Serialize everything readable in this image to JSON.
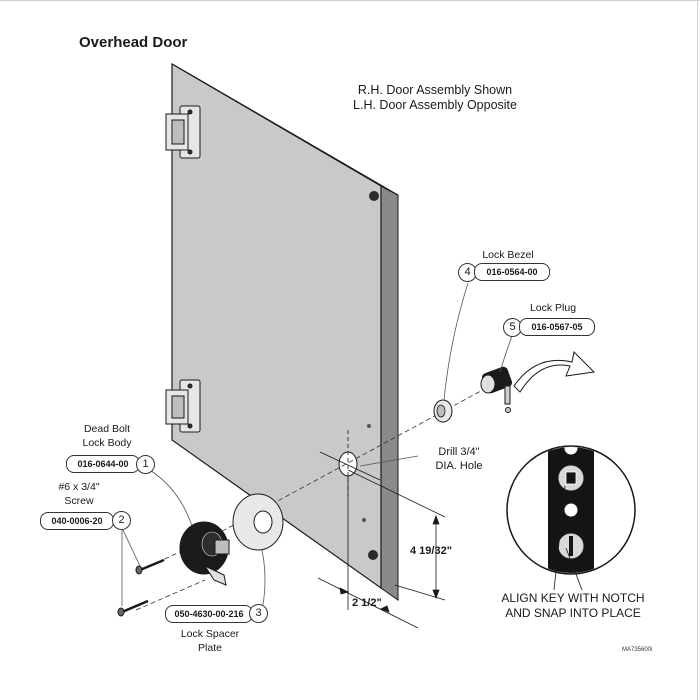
{
  "title": "Overhead Door",
  "assembly_note": [
    "R.H. Door Assembly Shown",
    "L.H. Door Assembly Opposite"
  ],
  "parts": [
    {
      "callout": "1",
      "label_lines": [
        "Dead Bolt",
        "Lock Body"
      ],
      "part_number": "016-0644-00"
    },
    {
      "callout": "2",
      "label_lines": [
        "#6 x 3/4\"",
        "Screw"
      ],
      "part_number": "040-0006-20"
    },
    {
      "callout": "3",
      "label_lines": [
        "Lock Spacer",
        "Plate"
      ],
      "part_number": "050-4630-00-216"
    },
    {
      "callout": "4",
      "label_lines": [
        "Lock Bezel"
      ],
      "part_number": "016-0564-00"
    },
    {
      "callout": "5",
      "label_lines": [
        "Lock Plug"
      ],
      "part_number": "016-0567-05"
    }
  ],
  "drill_note": [
    "Drill 3/4\"",
    "DIA. Hole"
  ],
  "dimensions": {
    "vertical": "4 19/32\"",
    "horizontal": "2 1/2\""
  },
  "align_note": [
    "ALIGN KEY WITH NOTCH",
    "AND SNAP INTO PLACE"
  ],
  "figure_code": "MA735600i",
  "colors": {
    "door_face": "#c9c9c9",
    "door_edge": "#8a8a8a",
    "line": "#1a1a1a",
    "lock_dark": "#1b1b1b"
  }
}
